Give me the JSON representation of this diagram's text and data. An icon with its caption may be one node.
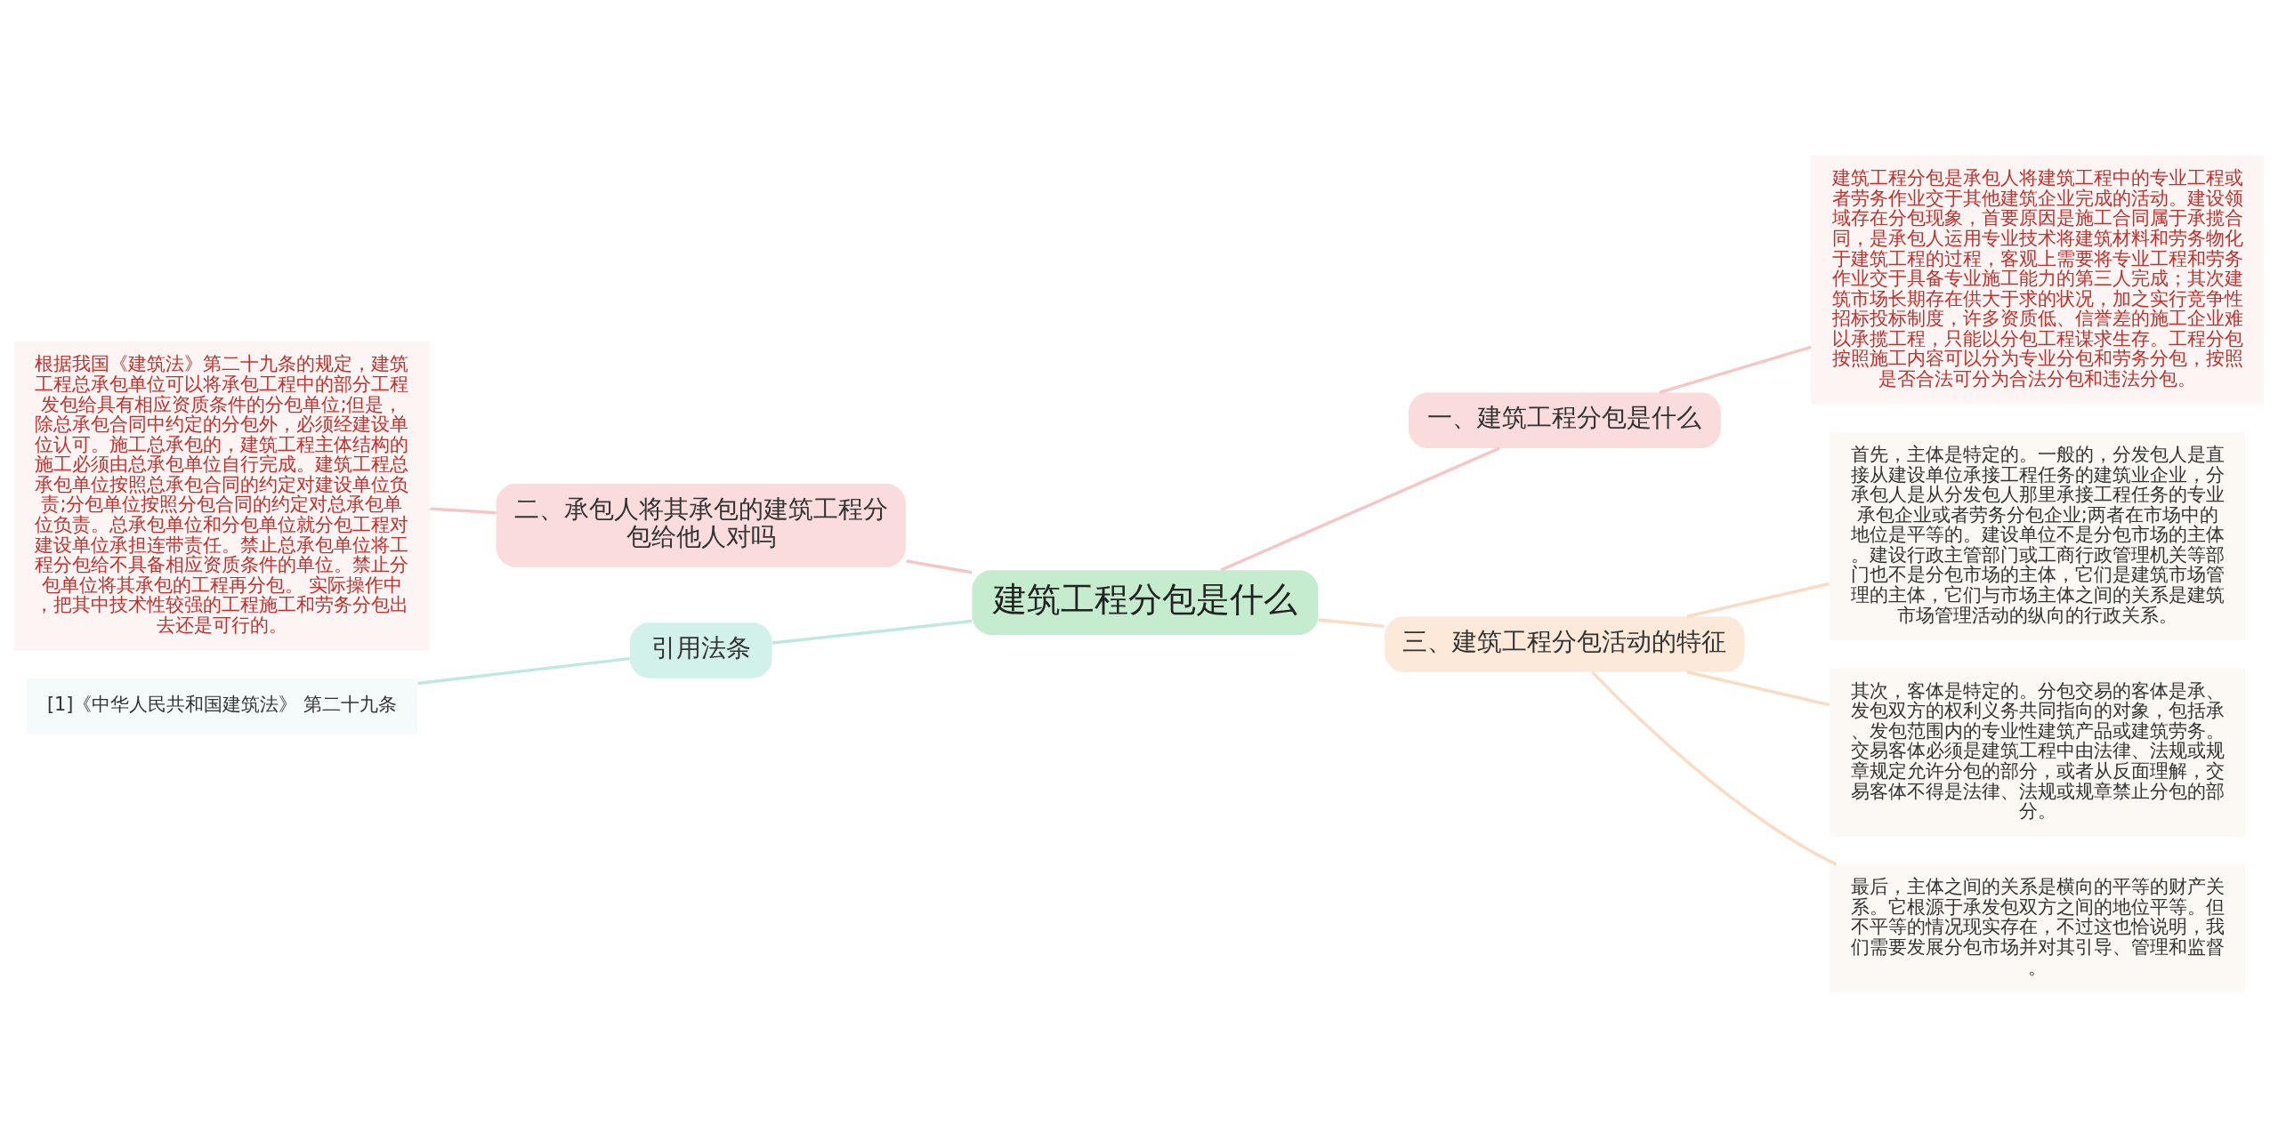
{
  "diagram": {
    "nodes": [
      {
        "text": [
          "建筑工程分包是什么"
        ]
      },
      {
        "text": [
          "一、建筑工程分包是什么"
        ]
      },
      {
        "text": [
          "建筑工程分包是承包人将建筑工程中的专业工程或者劳务作业交于其他建筑企业完成的活动。建设领域存在分包现象，首要原因是施工合同属于承揽合同，是承包人运用专业技术将建筑材料和劳务物化于建筑工程的过程，客观上需要将专业工程和劳务作业交于具备专业施工能力的第三人完成；其次建筑市场长期存在供大于求的状况，加之实行竞争性招标投标制度，许多资质低、信誉差的施工企业难以承揽工程，只能以分包工程谋求生存。工程分包按照施工内容可以分为专业分包和劳务分包，按照是否合法可分为合法分包和违法分包。"
        ]
      },
      {
        "text": [
          "三、建筑工程分包活动的特征"
        ]
      },
      {
        "text": [
          "首先，主体是特定的。一般的，分发包人是直接从建设单位承接工程任务的建筑业企业，分承包人是从分发包人那里承接工程任务的专业承包企业或者劳务分包企业;两者在市场中的地位是平等的。建设单位不是分包市场的主体。建设行政主管部门或工商行政管理机关等部门也不是分包市场的主体，它们是建筑市场管理的主体，它们与市场主体之间的关系是建筑市场管理活动的纵向的行政关系。"
        ]
      },
      {
        "text": [
          "其次，客体是特定的。分包交易的客体是承、发包双方的权利义务共同指向的对象，包括承、发包范围内的专业性建筑产品或建筑劳务。交易客体必须是建筑工程中由法律、法规或规章规定允许分包的部分，或者从反面理解，交易客体不得是法律、法规或规章禁止分包的部分。"
        ]
      },
      {
        "text": [
          "最后，主体之间的关系是横向的平等的财产关系。它根源于承发包双方之间的地位平等。但不平等的情况现实存在，不过这也恰说明，我们需要发展分包市场并对其引导、管理和监督。"
        ]
      },
      {
        "text": [
          "二、承包人将其承包的建筑工程分包给他人对吗"
        ]
      },
      {
        "text": [
          "根据我国《建筑法》第二十九条的规定，建筑工程总承包单位可以将承包工程中的部分工程发包给具有相应资质条件的分包单位;但是，除总承包合同中约定的分包外，必须经建设单位认可。施工总承包的，建筑工程主体结构的施工必须由总承包单位自行完成。建筑工程总承包单位按照总承包合同的约定对建设单位负责;分包单位按照分包合同的约定对总承包单位负责。总承包单位和分包单位就分包工程对建设单位承担连带责任。禁止总承包单位将工程分包给不具备相应资质条件的单位。禁止分包单位将其承包的工程再分包。 实际操作中，把其中技术性较强的工程施工和劳务分包出去还是可行的。"
        ]
      },
      {
        "text": [
          "引用法条"
        ]
      },
      {
        "text": [
          "[1]《中华人民共和国建筑法》 第二十九条"
        ]
      }
    ],
    "edges": [
      {
        "from": 0,
        "to": 1,
        "arrow": "none",
        "color": "#f4c6c6"
      },
      {
        "from": 1,
        "to": 2,
        "arrow": "none",
        "color": "#f4c6c6"
      },
      {
        "from": 0,
        "to": 3,
        "arrow": "none",
        "color": "#f9dcc4"
      },
      {
        "from": 3,
        "to": 4,
        "arrow": "none",
        "color": "#f9dcc4"
      },
      {
        "from": 3,
        "to": 5,
        "arrow": "none",
        "color": "#f9dcc4"
      },
      {
        "from": 3,
        "to": 6,
        "arrow": "none",
        "color": "#f9dcc4"
      },
      {
        "from": 7,
        "to": 0,
        "arrow": "none",
        "color": "#f4c6c6"
      },
      {
        "from": 8,
        "to": 7,
        "arrow": "none",
        "color": "#f4c6c6"
      },
      {
        "from": 9,
        "to": 0,
        "arrow": "none",
        "color": "#bfe8df"
      },
      {
        "from": 10,
        "to": 9,
        "arrow": "none",
        "color": "#bfe8df"
      }
    ]
  }
}
